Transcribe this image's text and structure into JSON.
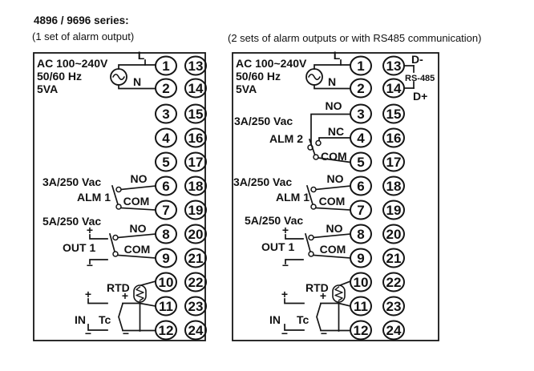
{
  "page": {
    "title": "4896 / 9696 series:",
    "caption_left": "(1 set of alarm output)",
    "caption_right": "(2 sets of alarm outputs or with RS485 communication)"
  },
  "left": {
    "power": {
      "line1": "AC 100~240V",
      "line2": "50/60 Hz",
      "line3": "5VA",
      "live": "L",
      "neutral": "N"
    },
    "alm1": {
      "rating": "3A/250 Vac",
      "name": "ALM 1",
      "no": "NO",
      "com": "COM"
    },
    "out1": {
      "rating": "5A/250 Vac",
      "name": "OUT 1",
      "no": "NO",
      "com": "COM",
      "plus": "+",
      "minus": "−"
    },
    "sensor": {
      "rtd": "RTD",
      "input": "IN",
      "tc": "Tc",
      "tc_plus": "+",
      "tc_minus": "−",
      "in_plus": "+",
      "in_minus": "−"
    },
    "terminals_inner": [
      "1",
      "2",
      "3",
      "4",
      "5",
      "6",
      "7",
      "8",
      "9",
      "10",
      "11",
      "12"
    ],
    "terminals_outer": [
      "13",
      "14",
      "15",
      "16",
      "17",
      "18",
      "19",
      "20",
      "21",
      "22",
      "23",
      "24"
    ]
  },
  "right": {
    "power": {
      "line1": "AC 100~240V",
      "line2": "50/60 Hz",
      "line3": "5VA",
      "live": "L",
      "neutral": "N"
    },
    "rs485": {
      "d_minus": "D-",
      "label": "RS-485",
      "d_plus": "D+"
    },
    "alm2": {
      "rating": "3A/250 Vac",
      "name": "ALM 2",
      "no": "NO",
      "nc": "NC",
      "com": "COM"
    },
    "alm1": {
      "rating": "3A/250 Vac",
      "name": "ALM 1",
      "no": "NO",
      "com": "COM"
    },
    "out1": {
      "rating": "5A/250 Vac",
      "name": "OUT 1",
      "no": "NO",
      "com": "COM",
      "plus": "+",
      "minus": "−"
    },
    "sensor": {
      "rtd": "RTD",
      "input": "IN",
      "tc": "Tc",
      "tc_plus": "+",
      "tc_minus": "−",
      "in_plus": "+",
      "in_minus": "−"
    },
    "terminals_inner": [
      "1",
      "2",
      "3",
      "4",
      "5",
      "6",
      "7",
      "8",
      "9",
      "10",
      "11",
      "12"
    ],
    "terminals_outer": [
      "13",
      "14",
      "15",
      "16",
      "17",
      "18",
      "19",
      "20",
      "21",
      "22",
      "23",
      "24"
    ]
  }
}
